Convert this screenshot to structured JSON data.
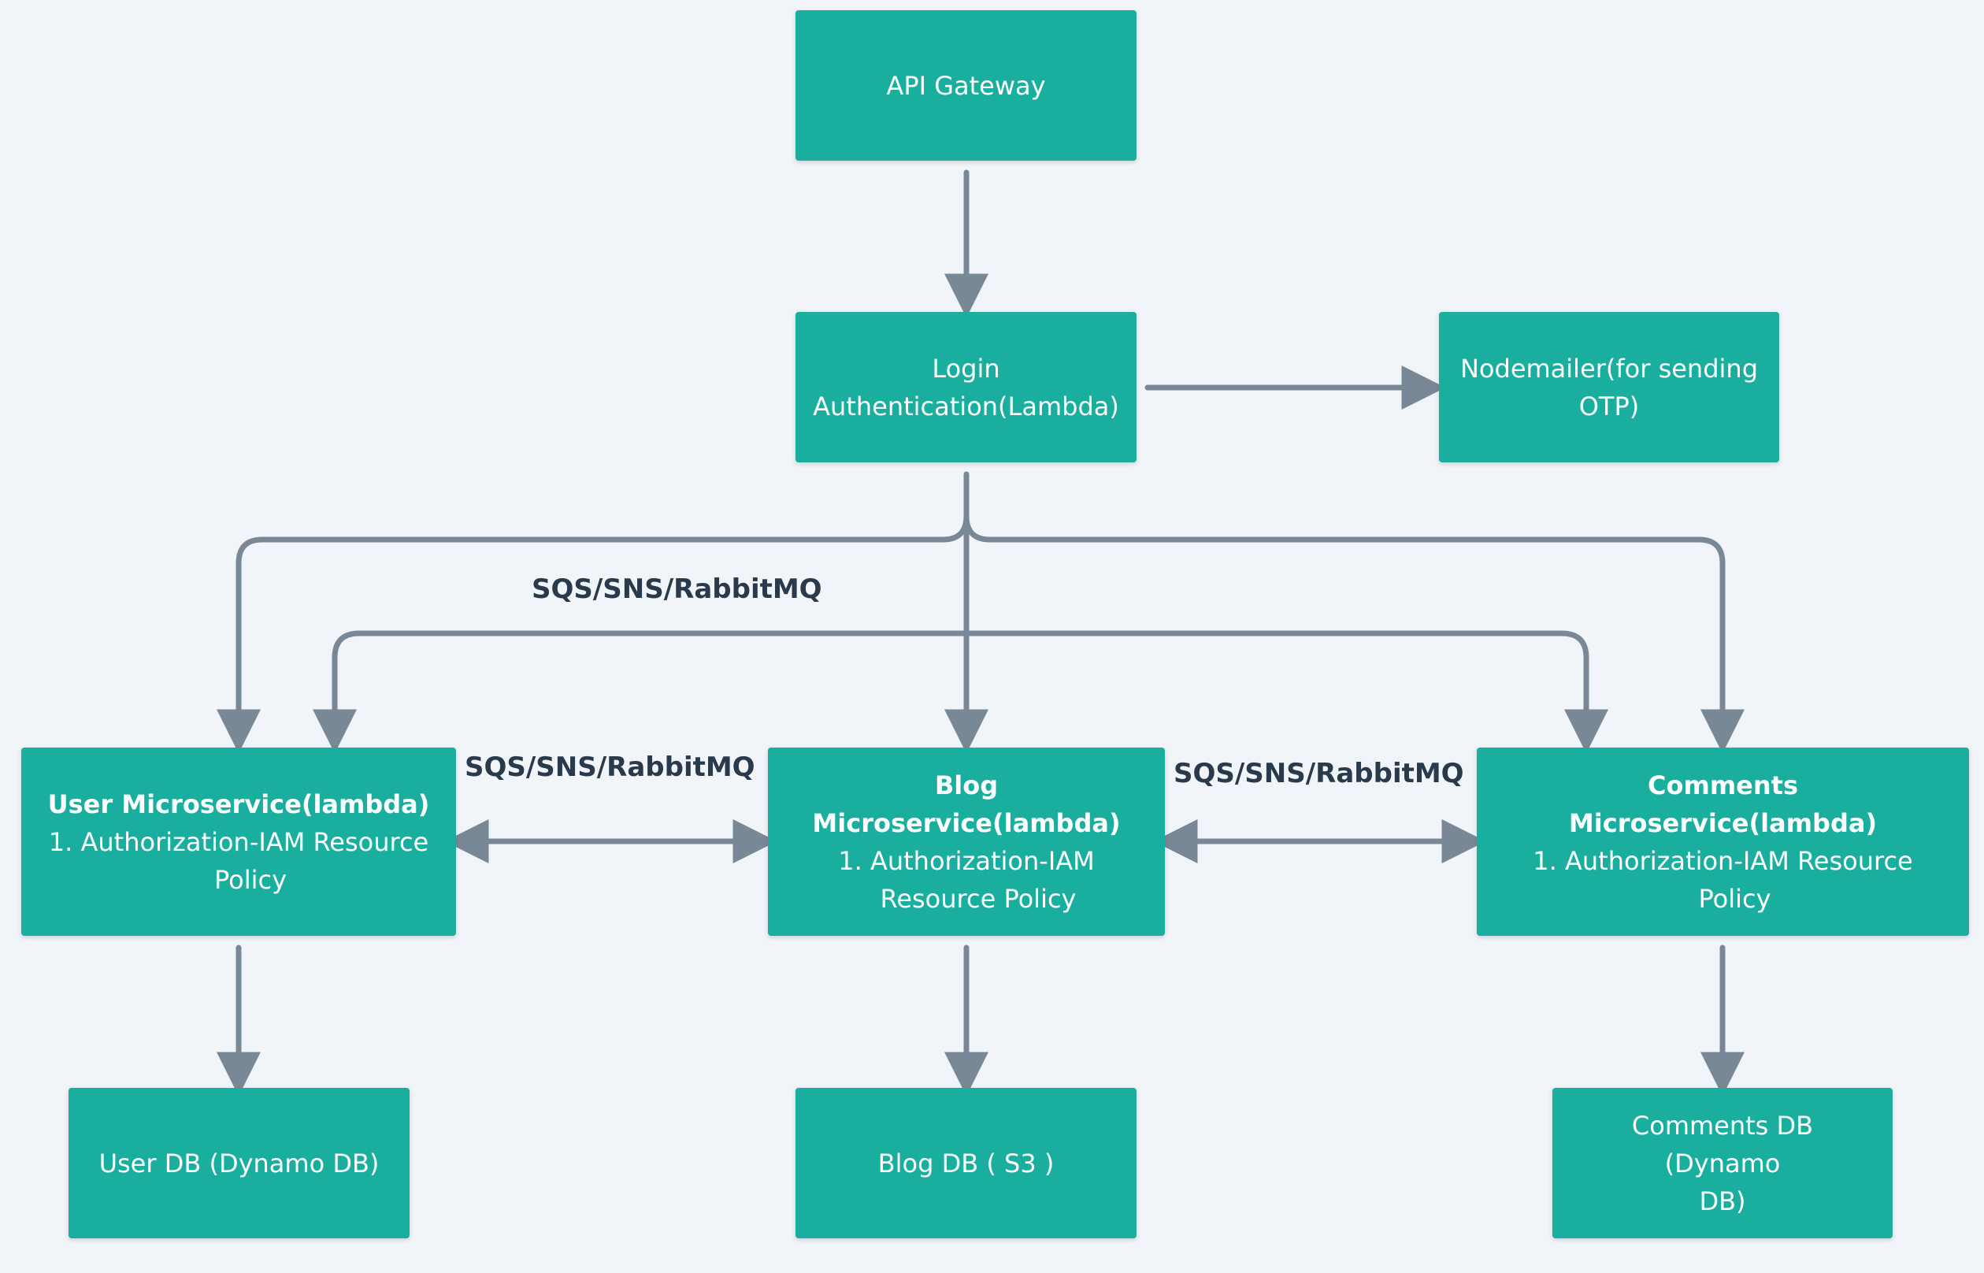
{
  "colors": {
    "background": "#f1f4f8",
    "node_fill": "#1aae9f",
    "node_text": "#ffffff",
    "connector": "#788896",
    "label_text": "#293a4c"
  },
  "nodes": {
    "api_gateway": {
      "lines": [
        "API Gateway"
      ]
    },
    "login": {
      "lines": [
        "Login",
        "Authentication(Lambda)"
      ]
    },
    "nodemailer": {
      "lines": [
        "Nodemailer(for sending",
        "OTP)"
      ]
    },
    "user_ms": {
      "title": "User Microservice(lambda)",
      "lines": [
        "1.  Authorization-IAM Resource",
        "Policy"
      ]
    },
    "blog_ms": {
      "title": "Blog Microservice(lambda)",
      "lines": [
        "1.  Authorization-IAM",
        "Resource Policy"
      ]
    },
    "comments_ms": {
      "title": "Comments Microservice(lambda)",
      "lines": [
        "1.  Authorization-IAM Resource",
        "Policy"
      ]
    },
    "user_db": {
      "lines": [
        "User DB (Dynamo DB)"
      ]
    },
    "blog_db": {
      "lines": [
        "Blog DB ( S3 )"
      ]
    },
    "comments_db": {
      "lines": [
        "Comments DB (Dynamo",
        "DB)"
      ]
    }
  },
  "labels": {
    "top_bus": "SQS/SNS/RabbitMQ",
    "user_blog": "SQS/SNS/RabbitMQ",
    "blog_comments": "SQS/SNS/RabbitMQ"
  }
}
